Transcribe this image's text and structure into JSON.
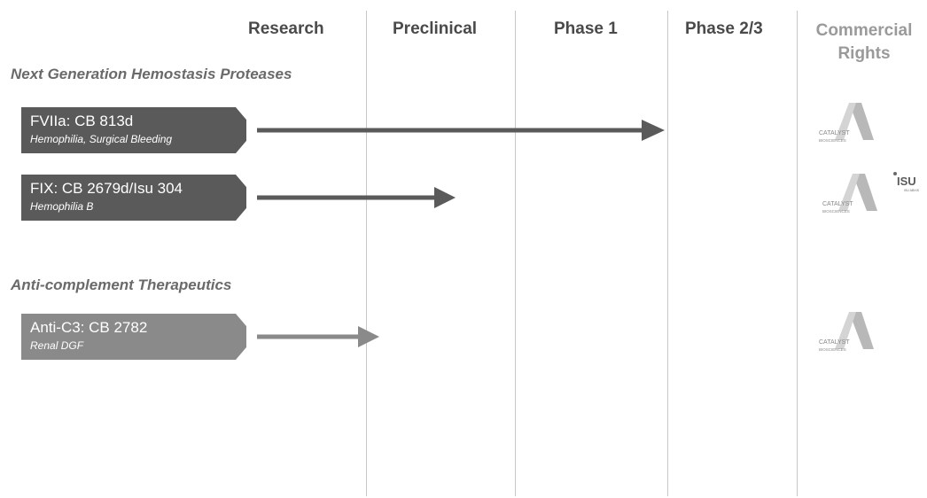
{
  "columns": {
    "research": "Research",
    "preclinical": "Preclinical",
    "phase1": "Phase 1",
    "phase23": "Phase 2/3",
    "commercial_line1": "Commercial",
    "commercial_line2": "Rights"
  },
  "sections": [
    {
      "title": "Next Generation Hemostasis Proteases"
    },
    {
      "title": "Anti-complement Therapeutics"
    }
  ],
  "programs": [
    {
      "name": "FVIIa: CB 813d",
      "indication": "Hemophilia, Surgical Bleeding",
      "stage_reached": "Phase 2/3",
      "color": "#5a5a5a"
    },
    {
      "name": "FIX: CB 2679d/Isu 304",
      "indication": "Hemophilia B",
      "stage_reached": "Preclinical",
      "color": "#5a5a5a"
    },
    {
      "name": "Anti-C3: CB 2782",
      "indication": "Renal DGF",
      "stage_reached": "Preclinical",
      "color": "#8a8a8a"
    }
  ],
  "logos": {
    "catalyst_line1": "CATALYST",
    "catalyst_line2": "BIOSCIENCES",
    "isu_main": "ISU",
    "isu_sub": "ISU ABXIS"
  },
  "colors": {
    "dark_program": "#5a5a5a",
    "light_program": "#8a8a8a",
    "header_text": "#4a4a4a",
    "commercial_header": "#9a9a9a",
    "divider": "#c8c8c8"
  }
}
